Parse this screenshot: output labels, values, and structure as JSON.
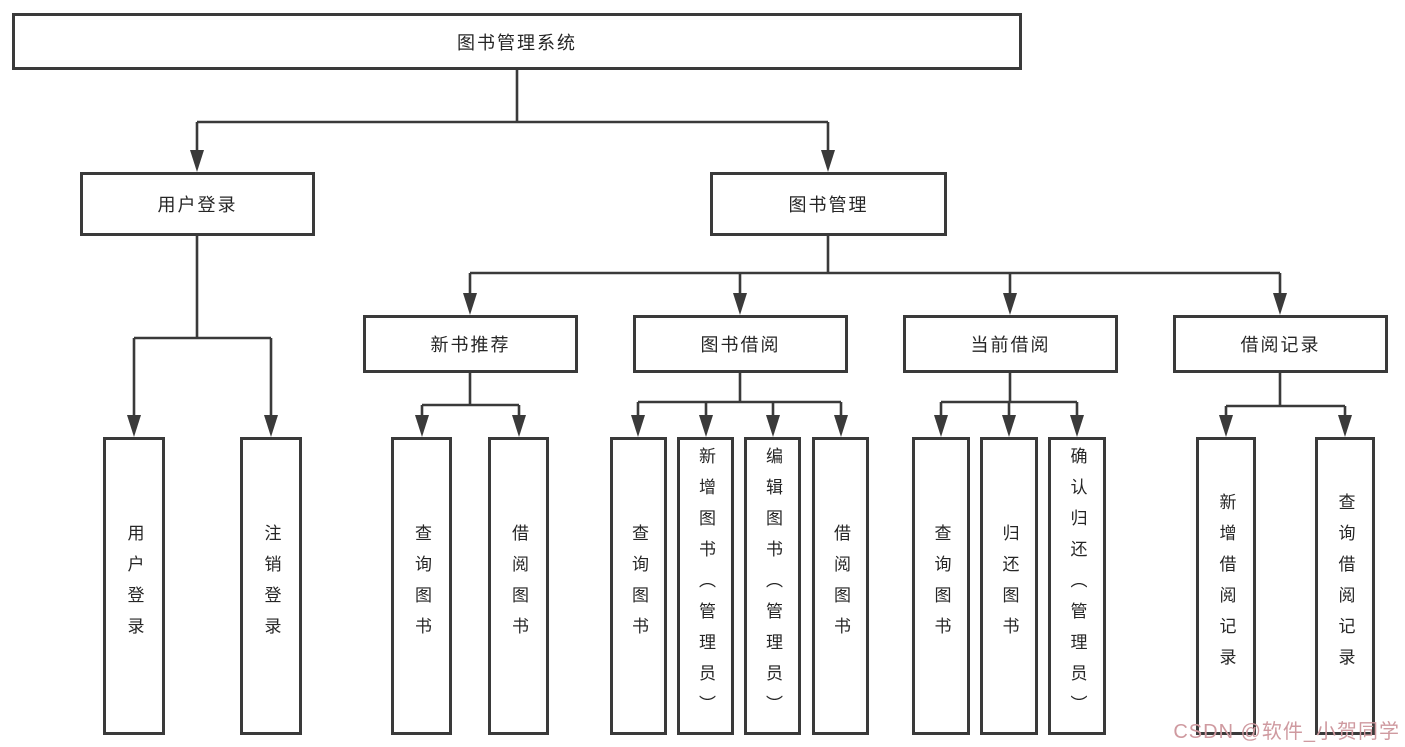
{
  "diagram": {
    "root": {
      "label": "图书管理系统"
    },
    "branches": [
      {
        "label": "用户登录",
        "leaves": [
          {
            "label": "用户登录"
          },
          {
            "label": "注销登录"
          }
        ]
      },
      {
        "label": "图书管理",
        "sections": [
          {
            "label": "新书推荐",
            "leaves": [
              {
                "label": "查询图书"
              },
              {
                "label": "借阅图书"
              }
            ]
          },
          {
            "label": "图书借阅",
            "leaves": [
              {
                "label": "查询图书"
              },
              {
                "label": "新增图书（管理员）"
              },
              {
                "label": "编辑图书（管理员）"
              },
              {
                "label": "借阅图书"
              }
            ]
          },
          {
            "label": "当前借阅",
            "leaves": [
              {
                "label": "查询图书"
              },
              {
                "label": "归还图书"
              },
              {
                "label": "确认归还（管理员）"
              }
            ]
          },
          {
            "label": "借阅记录",
            "leaves": [
              {
                "label": "新增借阅记录"
              },
              {
                "label": "查询借阅记录"
              }
            ]
          }
        ]
      }
    ]
  },
  "watermark": {
    "text": "CSDN @软件_小贺同学"
  },
  "colors": {
    "line": "#3a3a3a",
    "border": "#3a3a3a",
    "text": "#262626",
    "watermark": "#cf9aa0",
    "background": "#ffffff"
  }
}
